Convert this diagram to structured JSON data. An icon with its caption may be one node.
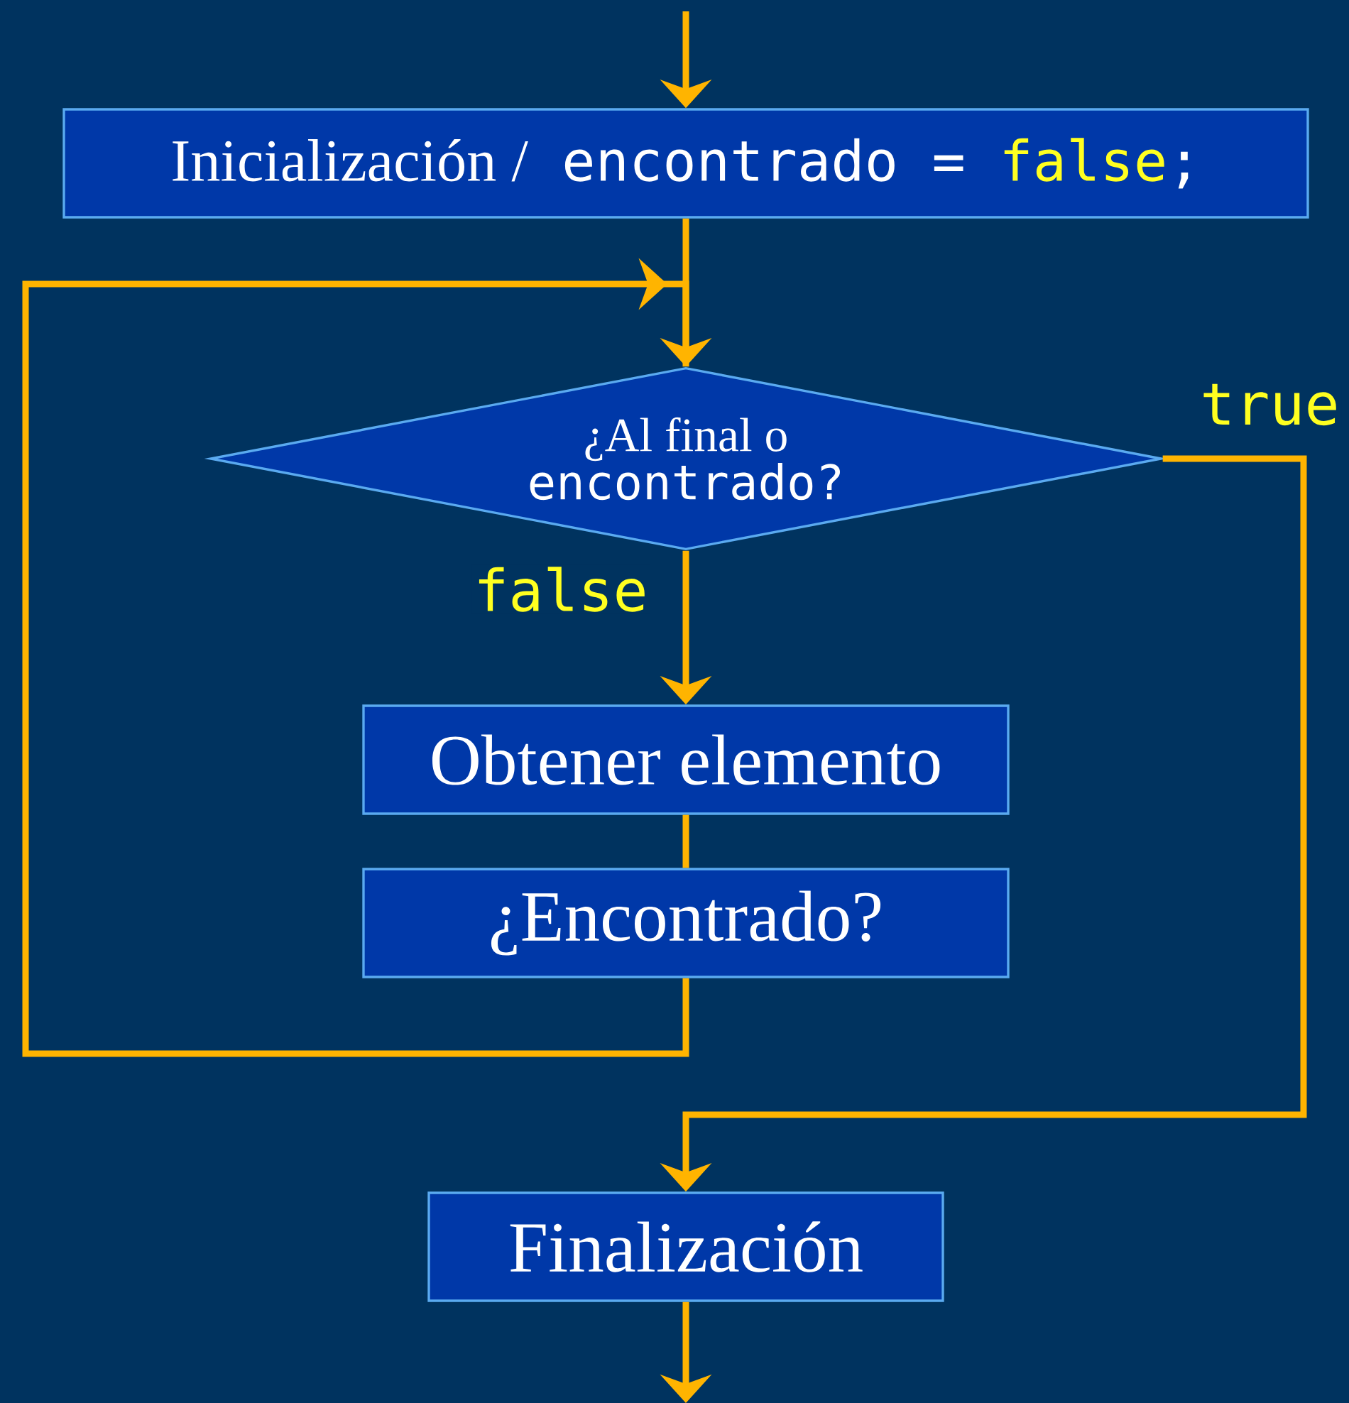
{
  "diagram": {
    "nodes": [
      {
        "text": [
          "Inicialización /",
          "encontrado =",
          "false",
          ";"
        ]
      },
      {
        "text": [
          "¿Al final o",
          "encontrado?"
        ]
      },
      {
        "text": [
          "Obtener elemento"
        ]
      },
      {
        "text": [
          "¿Encontrado?"
        ]
      },
      {
        "text": [
          "Finalización"
        ]
      }
    ],
    "edges": [
      {
        "from": null,
        "to": 0,
        "arrow": "to"
      },
      {
        "from": 0,
        "to": 1,
        "arrow": "to"
      },
      {
        "from": 3,
        "to": 1,
        "arrow": "to"
      },
      {
        "from": 1,
        "to": 2,
        "arrow": "to",
        "label": "false"
      },
      {
        "from": 2,
        "to": 3,
        "arrow": "none"
      },
      {
        "from": 1,
        "to": 4,
        "arrow": "to",
        "label": "true"
      },
      {
        "from": 4,
        "to": null,
        "arrow": "to"
      }
    ]
  }
}
